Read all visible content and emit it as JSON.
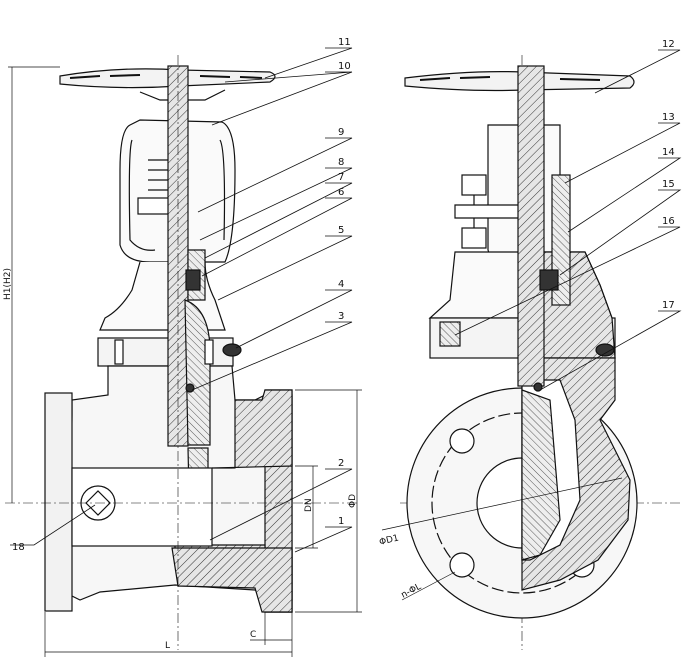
{
  "callouts": [
    "1",
    "2",
    "3",
    "4",
    "5",
    "6",
    "7",
    "8",
    "9",
    "10",
    "11",
    "12",
    "13",
    "14",
    "15",
    "16",
    "17",
    "18"
  ],
  "dimensions": {
    "height": "H1(H2)",
    "length": "L",
    "flange_thickness": "C",
    "nominal_diameter": "DN",
    "flange_diameter": "ΦD",
    "bolt_circle": "ΦD1",
    "bolt_holes": "n-ΦL"
  },
  "colors": {
    "line": "#111111",
    "hatch": "#444444",
    "section": "#d9d9d9",
    "paper": "#ffffff"
  }
}
